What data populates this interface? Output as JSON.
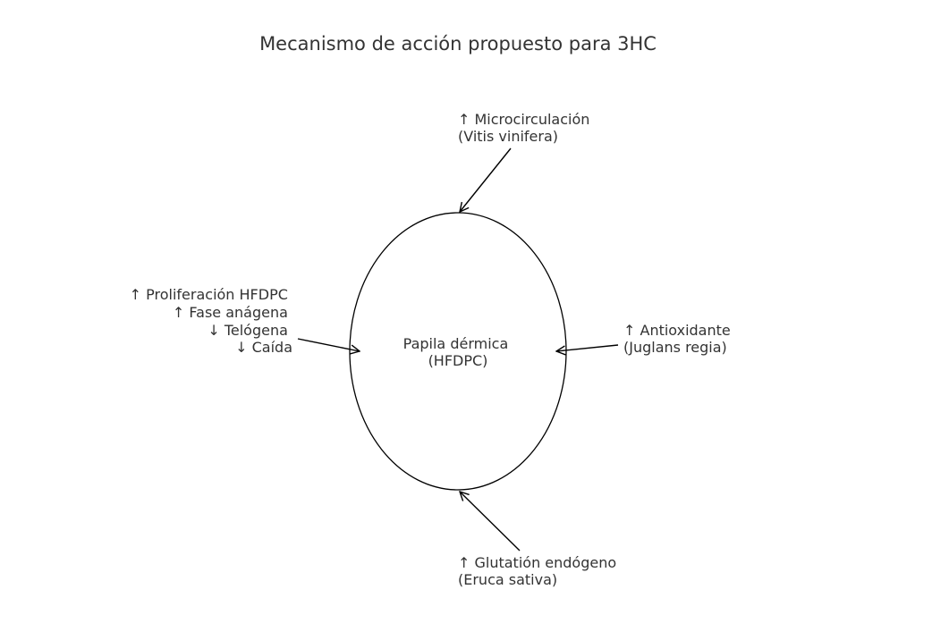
{
  "title": "Mecanismo de acción propuesto para 3HC",
  "center": {
    "lines": [
      "Papila dérmica",
      "(HFDPC)"
    ]
  },
  "effects": {
    "top": {
      "lines": [
        "↑ Microcirculación",
        "(Vitis vinifera)"
      ]
    },
    "left": {
      "lines": [
        "↑ Proliferación HFDPC",
        "↑ Fase anágena",
        "↓ Telógena",
        "↓ Caída"
      ]
    },
    "right": {
      "lines": [
        "↑ Antioxidante",
        "(Juglans regia)"
      ]
    },
    "bottom": {
      "lines": [
        "↑ Glutatión endógeno",
        "(Eruca sativa)"
      ]
    }
  }
}
